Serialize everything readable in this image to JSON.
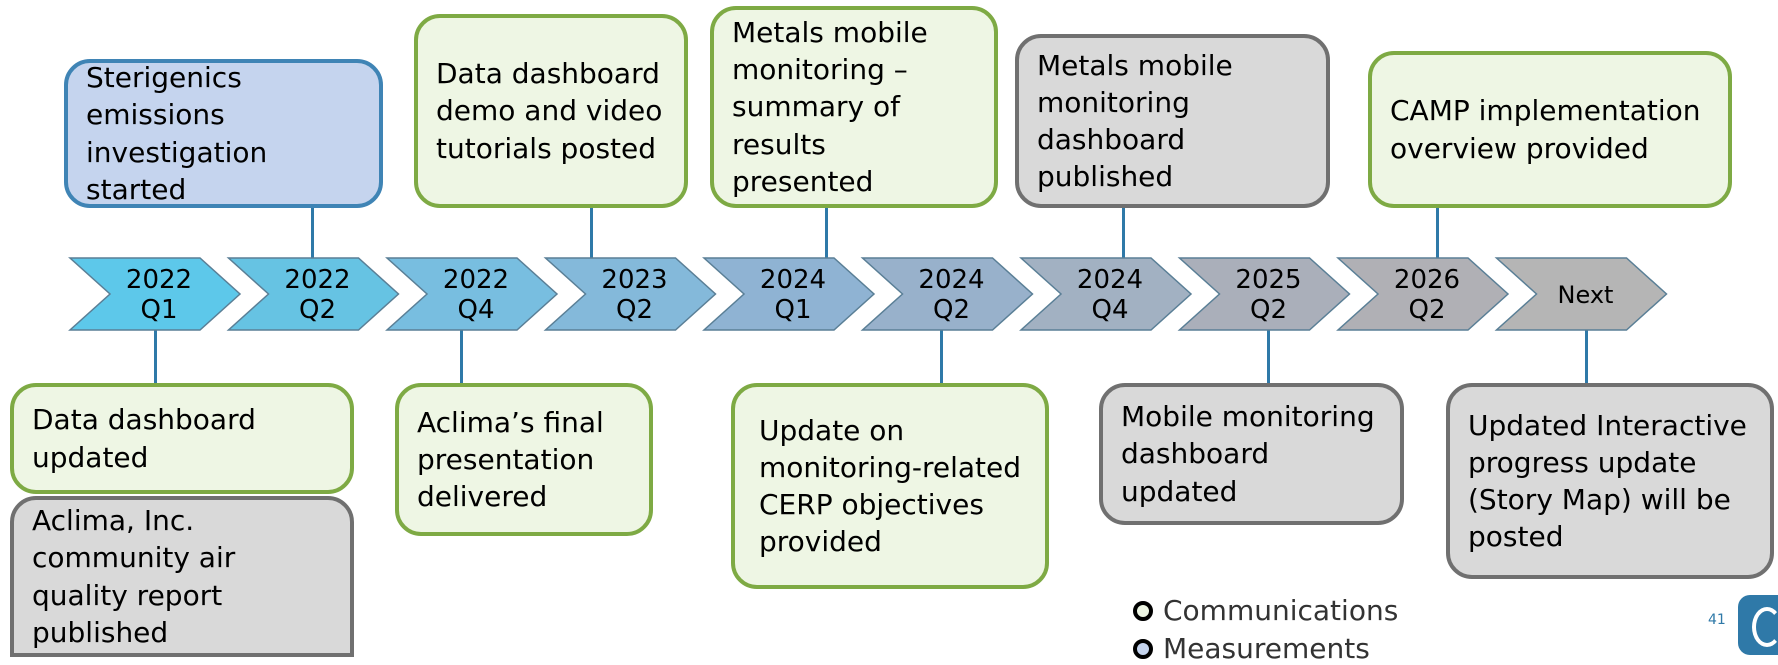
{
  "timeline": {
    "periods": [
      {
        "year": "2022",
        "quarter": "Q1",
        "color": "#5dc8ea"
      },
      {
        "year": "2022",
        "quarter": "Q2",
        "color": "#66c3e3"
      },
      {
        "year": "2022",
        "quarter": "Q4",
        "color": "#78bee0"
      },
      {
        "year": "2023",
        "quarter": "Q2",
        "color": "#84b9da"
      },
      {
        "year": "2024",
        "quarter": "Q1",
        "color": "#8fb3d3"
      },
      {
        "year": "2024",
        "quarter": "Q2",
        "color": "#98b1cb"
      },
      {
        "year": "2024",
        "quarter": "Q4",
        "color": "#a2b1c2"
      },
      {
        "year": "2025",
        "quarter": "Q2",
        "color": "#aaafba"
      },
      {
        "year": "2026",
        "quarter": "Q2",
        "color": "#b0b0b5"
      },
      {
        "year": "",
        "quarter": "Next",
        "color": "#b5b5b5"
      }
    ]
  },
  "events_above": [
    {
      "text": "Sterigenics emissions investigation started",
      "category": "measurements"
    },
    {
      "text": "Data dashboard demo and video tutorials posted",
      "category": "communications"
    },
    {
      "text": "Metals mobile monitoring – summary of results presented",
      "category": "communications"
    },
    {
      "text": "Metals mobile monitoring dashboard published",
      "category": "other"
    },
    {
      "text": "CAMP implementation overview provided",
      "category": "communications"
    }
  ],
  "events_below": [
    {
      "text": "Data dashboard updated",
      "category": "communications"
    },
    {
      "text": "Aclima, Inc. community air quality report published",
      "category": "other"
    },
    {
      "text": "Aclima’s final presentation delivered",
      "category": "communications"
    },
    {
      "text": "Update on monitoring-related CERP objectives provided",
      "category": "communications"
    },
    {
      "text": "Mobile monitoring dashboard updated",
      "category": "other"
    },
    {
      "text": "Updated Interactive progress update (Story Map) will be posted",
      "category": "other"
    }
  ],
  "legend": [
    {
      "label": "Communications",
      "color": "#eef6e4"
    },
    {
      "label": "Measurements",
      "color": "#c5d4ee"
    }
  ],
  "page_number": "41",
  "colors": {
    "communications_border": "#7eaa44",
    "measurements_border": "#3f84b5",
    "other_border": "#707070",
    "connector": "#2f79a8"
  }
}
